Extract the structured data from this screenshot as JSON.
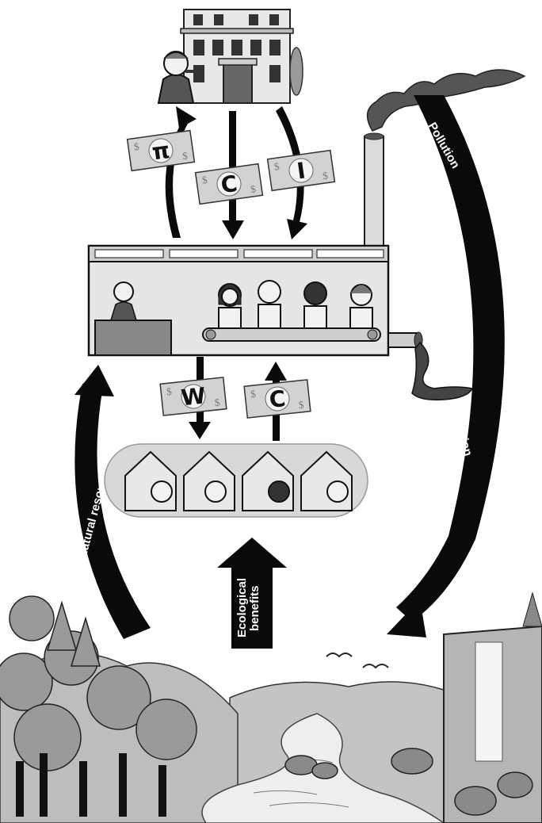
{
  "labels": {
    "pollution_top": "Pollution",
    "pollution_bottom": "Pollution",
    "natural_resources": "Natural resources",
    "ecological_line1": "Ecological",
    "ecological_line2": "benefits"
  },
  "bills": {
    "profit": "π",
    "capital_consumption": "C",
    "investment": "I",
    "wages": "W",
    "consumption": "C"
  },
  "currency_symbol": "$",
  "colors": {
    "arrow": "#0a0a0a",
    "bill": "#d2d2d2",
    "building": "#e6e6e6",
    "landscape": "#bdbdbd"
  }
}
